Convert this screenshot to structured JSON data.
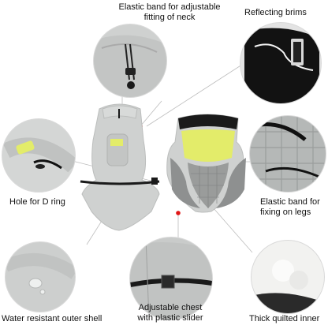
{
  "callouts": {
    "neck_band": "Elastic band for adjustable\nfitting of neck",
    "reflecting_brims": "Reflecting brims",
    "hole_d_ring": "Hole for D ring",
    "elastic_legs": "Elastic band for\nfixing on legs",
    "water_resistant": "Water resistant outer shell",
    "adjustable_chest": "Adjustable chest\nwith plastic slider",
    "quilted_inner": "Thick quilted inner"
  },
  "colors": {
    "shell": "#cfd1d0",
    "shell_dark": "#b8bab9",
    "lining": "#8e9090",
    "accent": "#e3ec6a",
    "trim": "#1a1a1a",
    "marker": "#e01515"
  },
  "icons": [
    "close-up-neck-band",
    "close-up-reflective-brim",
    "close-up-d-ring-hole",
    "close-up-leg-band",
    "close-up-water-drop",
    "close-up-chest-slider",
    "close-up-quilted-inner"
  ]
}
